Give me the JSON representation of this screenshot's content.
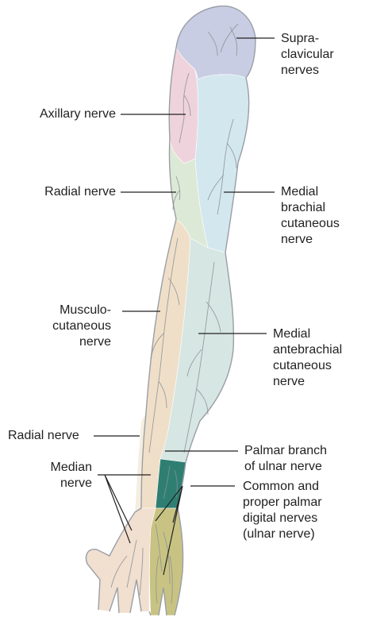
{
  "labels": {
    "supraclavicular": "Supra-\nclavicular\nnerves",
    "axillary": "Axillary nerve",
    "radial_upper": "Radial nerve",
    "medial_brachial": "Medial\nbrachial\ncutaneous\nnerve",
    "musculocutaneous": "Musculo-\ncutaneous\nnerve",
    "medial_antebrachial": "Medial\nantebrachial\ncutaneous\nnerve",
    "radial_lower": "Radial nerve",
    "palmar_branch_ulnar": "Palmar branch\nof ulnar nerve",
    "median": "Median\nnerve",
    "digital": "Common and\nproper palmar\ndigital nerves\n(ulnar nerve)"
  },
  "colors": {
    "supraclavicular": "#c9cde3",
    "axillary": "#efd3dc",
    "medial_brachial": "#d3e7ee",
    "radial": "#dce9d6",
    "musculocutaneous": "#f0dfc8",
    "medial_antebrachial": "#d6e6e2",
    "radial_superficial": "#f5eedf",
    "palmar_ulnar": "#2e7f72",
    "median": "#f1dfcf",
    "ulnar_digital": "#c9c383"
  }
}
